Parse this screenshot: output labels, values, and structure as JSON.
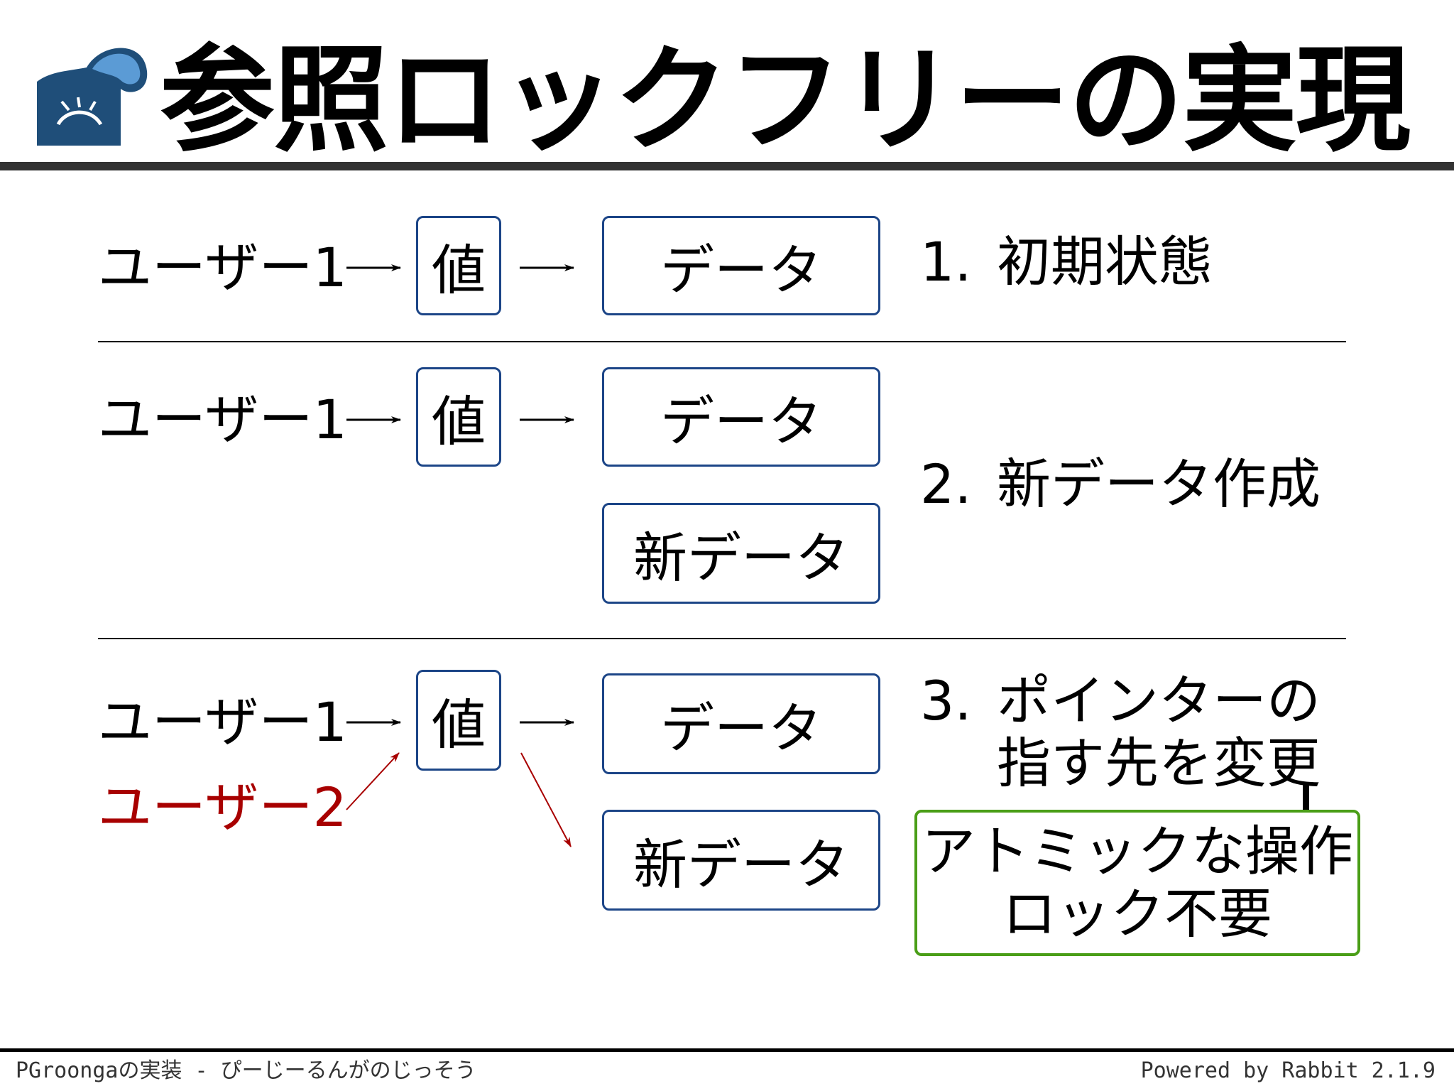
{
  "title": "参照ロックフリーの実現",
  "labels": {
    "user1": "ユーザー1",
    "user2": "ユーザー2",
    "value": "値",
    "data": "データ",
    "new_data": "新データ"
  },
  "steps": [
    {
      "number": "1.",
      "text": "初期状態"
    },
    {
      "number": "2.",
      "text": "新データ作成"
    },
    {
      "number": "3.",
      "text_line1": "ポインターの",
      "text_line2": "指す先を変更"
    }
  ],
  "callout": {
    "line1": "アトミックな操作",
    "line2": "ロック不要"
  },
  "footer": {
    "left": "PGroongaの実装 - ぴーじーるんがのじっそう",
    "right": "Powered by Rabbit 2.1.9"
  },
  "colors": {
    "box_border": "#1c4587",
    "user2": "#a80000",
    "callout_border": "#4a9e17",
    "logo": "#3f78b5"
  },
  "icons": {
    "logo": "rabbit-logo-icon"
  }
}
